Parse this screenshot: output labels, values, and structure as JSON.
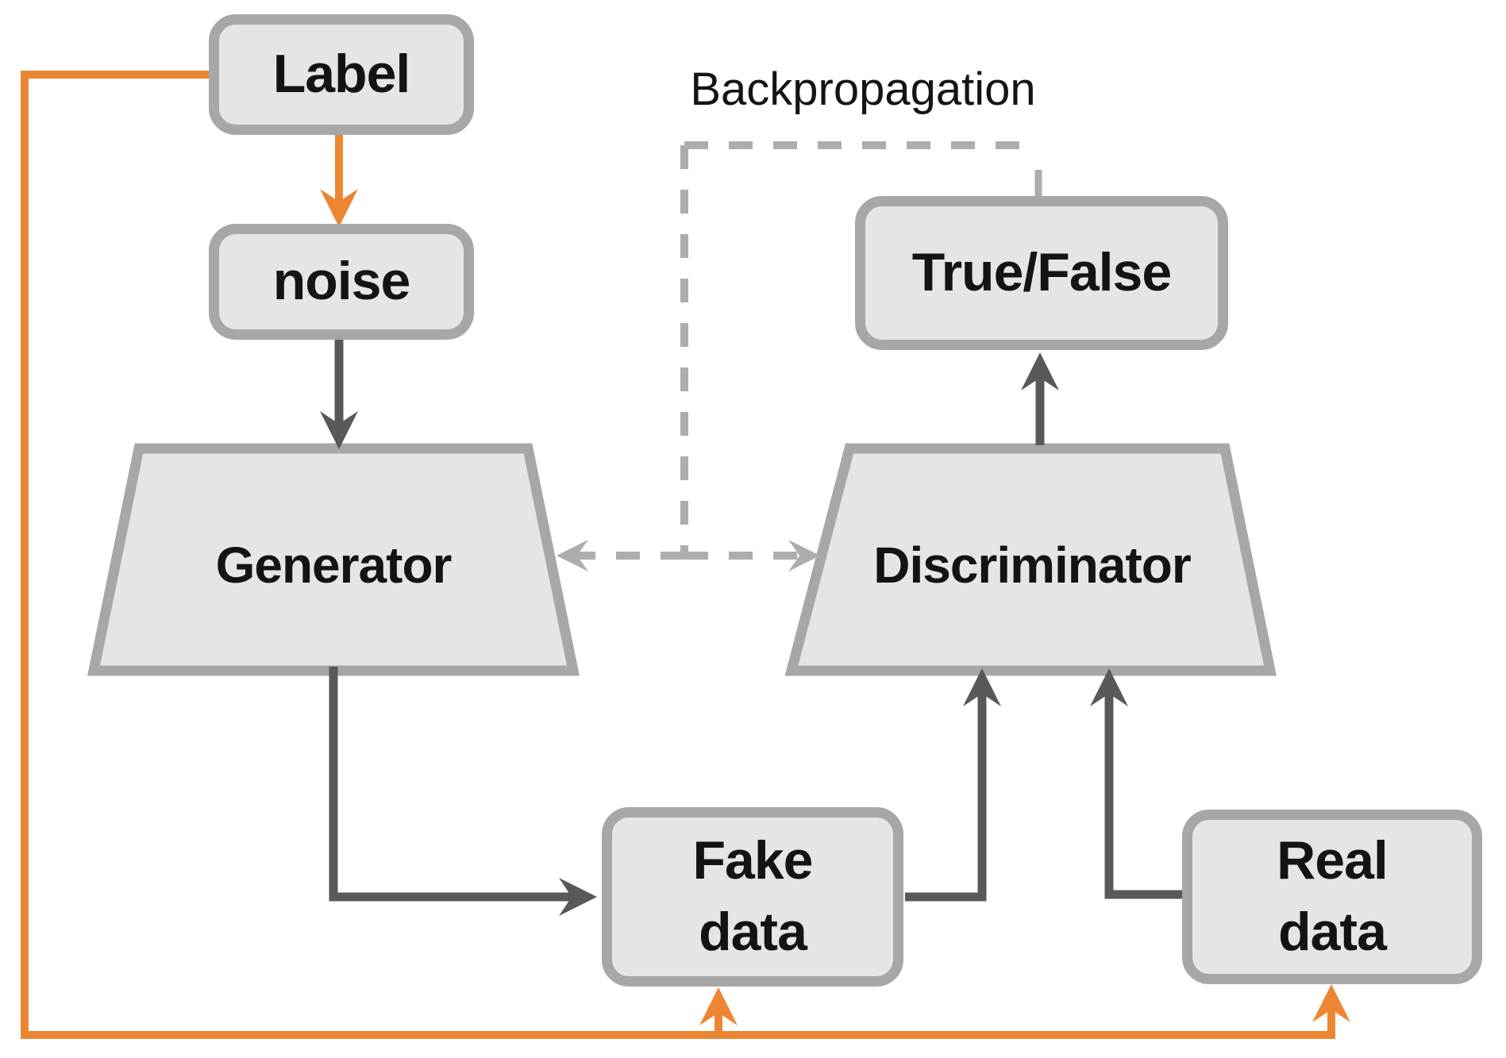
{
  "diagram": {
    "annotation": {
      "backpropagation": "Backpropagation"
    },
    "nodes": {
      "label": {
        "text": "Label"
      },
      "noise": {
        "text": "noise"
      },
      "generator": {
        "text": "Generator"
      },
      "discriminator": {
        "text": "Discriminator"
      },
      "true_false": {
        "text": "True/False"
      },
      "fake_data": {
        "line1": "Fake",
        "line2": "data"
      },
      "real_data": {
        "line1": "Real",
        "line2": "data"
      }
    },
    "edges": [
      {
        "from": "Label",
        "to": "noise",
        "style": "solid",
        "color": "orange"
      },
      {
        "from": "Label",
        "to": "Fake data",
        "style": "solid",
        "color": "orange",
        "route": "left edge and bottom of canvas"
      },
      {
        "from": "Label",
        "to": "Real data",
        "style": "solid",
        "color": "orange",
        "route": "left edge and bottom of canvas"
      },
      {
        "from": "noise",
        "to": "Generator",
        "style": "solid",
        "color": "dark_gray"
      },
      {
        "from": "Generator",
        "to": "Fake data",
        "style": "solid",
        "color": "dark_gray"
      },
      {
        "from": "Fake data",
        "to": "Discriminator",
        "style": "solid",
        "color": "dark_gray"
      },
      {
        "from": "Real data",
        "to": "Discriminator",
        "style": "solid",
        "color": "dark_gray"
      },
      {
        "from": "Discriminator",
        "to": "True/False",
        "style": "solid",
        "color": "dark_gray"
      },
      {
        "from": "True/False",
        "to": "Generator",
        "style": "dashed",
        "color": "dashed_gray",
        "label": "Backpropagation"
      },
      {
        "from": "True/False",
        "to": "Discriminator",
        "style": "dashed",
        "color": "dashed_gray",
        "label": "Backpropagation"
      }
    ],
    "colors": {
      "orange": "#ED8633",
      "dark_gray": "#595959",
      "border_gray": "#A7A7A7",
      "shape_fill": "#E6E5E5",
      "dashed_gray": "#ADADAD",
      "text_color": "#141414",
      "background": "#FFFFFF"
    }
  }
}
